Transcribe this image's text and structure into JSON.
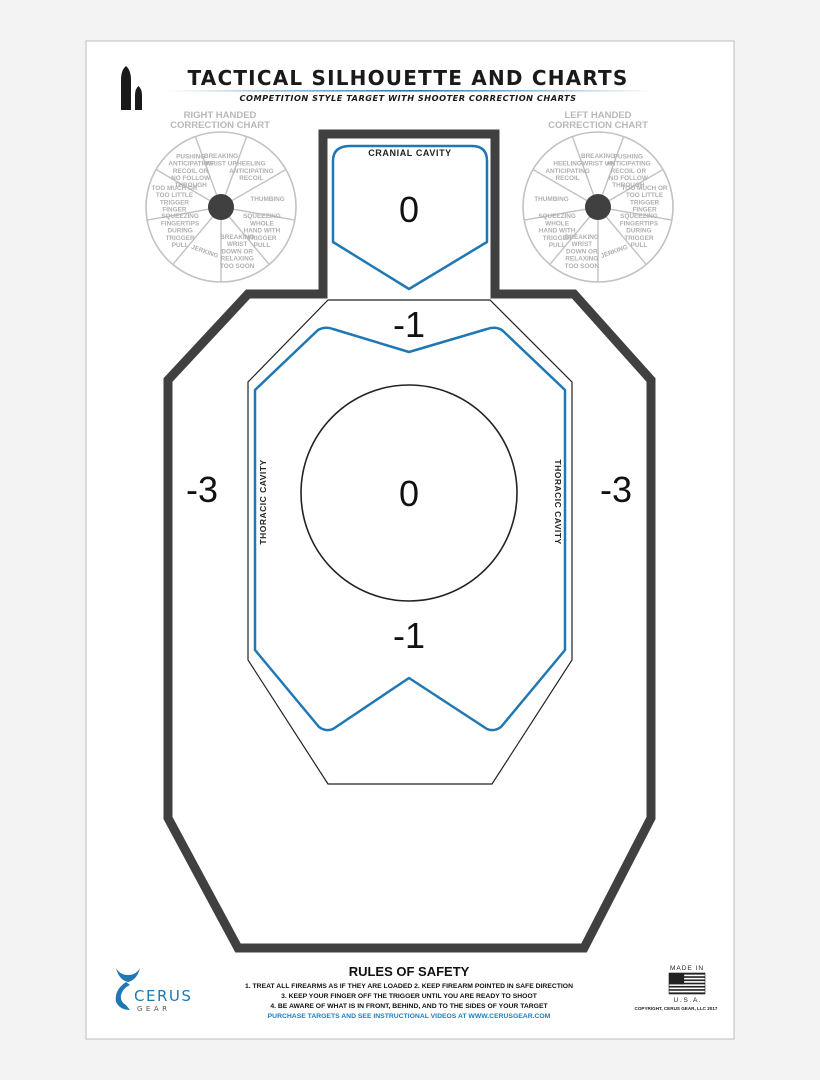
{
  "header": {
    "title": "TACTICAL SILHOUETTE AND CHARTS",
    "subtitle": "COMPETITION STYLE TARGET WITH SHOOTER CORRECTION CHARTS"
  },
  "charts": {
    "right": {
      "title_line1": "RIGHT HANDED",
      "title_line2": "CORRECTION CHART",
      "segments": [
        [
          "BREAKING",
          "WRIST UP"
        ],
        [
          "HEELING",
          "ANTICIPATING",
          "RECOIL"
        ],
        [
          "THUMBING"
        ],
        [
          "SQUEEZING",
          "WHOLE",
          "HAND WITH",
          "TRIGGER",
          "PULL"
        ],
        [
          "BREAKING",
          "WRIST",
          "DOWN OR",
          "RELAXING",
          "TOO SOON"
        ],
        [
          "JERKING"
        ],
        [
          "SQUEEZING",
          "FINGERTIPS",
          "DURING",
          "TRIGGER",
          "PULL"
        ],
        [
          "TOO MUCH OR",
          "TOO LITTLE",
          "TRIGGER",
          "FINGER"
        ],
        [
          "PUSHING",
          "ANTICIPATING",
          "RECOIL OR",
          "NO FOLLOW",
          "THROUGH"
        ]
      ]
    },
    "left": {
      "title_line1": "LEFT HANDED",
      "title_line2": "CORRECTION CHART",
      "segments": [
        [
          "BREAKING",
          "WRIST UP"
        ],
        [
          "PUSHING",
          "ANTICIPATING",
          "RECOIL OR",
          "NO FOLLOW",
          "THROUGH"
        ],
        [
          "TOO MUCH OR",
          "TOO LITTLE",
          "TRIGGER",
          "FINGER"
        ],
        [
          "SQUEEZING",
          "FINGERTIPS",
          "DURING",
          "TRIGGER",
          "PULL"
        ],
        [
          "JERKING"
        ],
        [
          "BREAKING",
          "WRIST",
          "DOWN OR",
          "RELAXING",
          "TOO SOON"
        ],
        [
          "SQUEEZING",
          "WHOLE",
          "HAND WITH",
          "TRIGGER",
          "PULL"
        ],
        [
          "THUMBING"
        ],
        [
          "HEELING",
          "ANTICIPATING",
          "RECOIL"
        ]
      ]
    }
  },
  "target": {
    "cranial_label": "CRANIAL CAVITY",
    "thoracic_label": "THORACIC CAVITY",
    "score_head": "0",
    "score_upper_a": "-1",
    "score_center": "0",
    "score_lower_a": "-1",
    "score_side": "-3"
  },
  "footer": {
    "rules_title": "RULES OF SAFETY",
    "rules": [
      "1. TREAT ALL FIREARMS AS IF THEY ARE LOADED   2. KEEP FIREARM POINTED IN SAFE DIRECTION",
      "3. KEEP YOUR FINGER OFF THE TRIGGER UNTIL YOU ARE READY TO SHOOT",
      "4. BE AWARE OF WHAT IS IN FRONT, BEHIND, AND TO THE SIDES OF YOUR TARGET"
    ],
    "purchase": "PURCHASE TARGETS AND SEE INSTRUCTIONAL VIDEOS AT WWW.CERUSGEAR.COM",
    "brand": "CERUS",
    "brand_sub": "GEAR",
    "made_in": "MADE IN",
    "usa": "U . S . A .",
    "copyright": "COPYRIGHT, CERUS GEAR, LLC 2017"
  },
  "colors": {
    "background": "#f3f3f3",
    "paper": "#ffffff",
    "outline": "#404040",
    "zone_blue": "#1f78b4",
    "chart_gray": "#c2c2c2",
    "hub": "#404040",
    "link_blue": "#1a7fc4"
  }
}
